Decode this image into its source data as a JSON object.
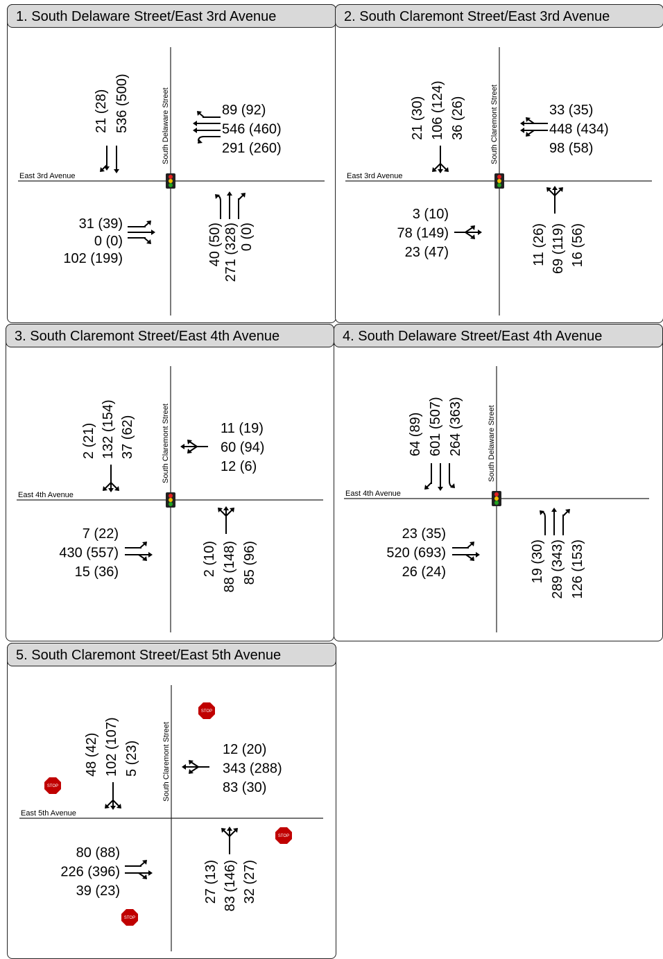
{
  "intersections": [
    {
      "title": "1. South Delaware Street/East 3rd Avenue",
      "street_ns": "South Delaware Street",
      "street_ew": "East 3rd Avenue",
      "control": "signal",
      "sb": [
        "21 (28)",
        "536 (500)"
      ],
      "wb": [
        "89 (92)",
        "546 (460)",
        "291 (260)"
      ],
      "eb": [
        "31 (39)",
        "0 (0)",
        "102 (199)"
      ],
      "nb": [
        "40 (50)",
        "271 (328)",
        "0 (0)"
      ]
    },
    {
      "title": "2. South Claremont Street/East 3rd Avenue",
      "street_ns": "South Claremont Street",
      "street_ew": "East 3rd Avenue",
      "control": "signal",
      "sb": [
        "21 (30)",
        "106 (124)",
        "36 (26)"
      ],
      "wb": [
        "33 (35)",
        "448 (434)",
        "98 (58)"
      ],
      "eb": [
        "3 (10)",
        "78 (149)",
        "23 (47)"
      ],
      "nb": [
        "11 (26)",
        "69 (119)",
        "16 (56)"
      ]
    },
    {
      "title": "3. South Claremont Street/East 4th Avenue",
      "street_ns": "South Claremont Street",
      "street_ew": "East 4th Avenue",
      "control": "signal",
      "sb": [
        "2 (21)",
        "132 (154)",
        "37 (62)"
      ],
      "wb": [
        "11 (19)",
        "60 (94)",
        "12 (6)"
      ],
      "eb": [
        "7 (22)",
        "430 (557)",
        "15 (36)"
      ],
      "nb": [
        "2 (10)",
        "88 (148)",
        "85 (96)"
      ]
    },
    {
      "title": "4. South Delaware Street/East 4th Avenue",
      "street_ns": "South Delaware Street",
      "street_ew": "East 4th Avenue",
      "control": "signal",
      "sb": [
        "64 (89)",
        "601 (507)",
        "264 (363)"
      ],
      "wb": [],
      "eb": [
        "23 (35)",
        "520 (693)",
        "26 (24)"
      ],
      "nb": [
        "19 (30)",
        "289 (343)",
        "126 (153)"
      ]
    },
    {
      "title": "5. South Claremont Street/East 5th Avenue",
      "street_ns": "South Claremont Street",
      "street_ew": "East 5th Avenue",
      "control": "stop",
      "stop_text": "STOP",
      "sb": [
        "48 (42)",
        "102 (107)",
        "5 (23)"
      ],
      "wb": [
        "12 (20)",
        "343 (288)",
        "83 (30)"
      ],
      "eb": [
        "80 (88)",
        "226 (396)",
        "39 (23)"
      ],
      "nb": [
        "27 (13)",
        "83 (146)",
        "32 (27)"
      ]
    }
  ],
  "colors": {
    "title_bg": "#d9d9d9",
    "stop_red": "#c00000",
    "signal_red": "#e02020",
    "signal_yellow": "#f0c000",
    "signal_green": "#20a020"
  }
}
